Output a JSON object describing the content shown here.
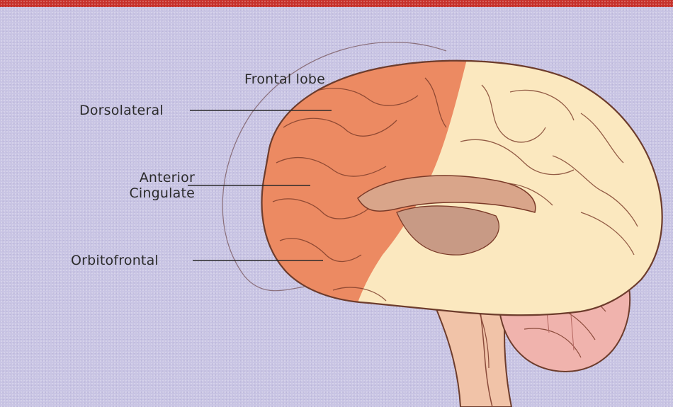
{
  "colors": {
    "background": "#c9c5e4",
    "top_band": "#c8312a",
    "frontal_lobe": "#ec8a62",
    "brain": "#fbe8bf",
    "brainstem": "#f1c3a8",
    "cerebellum": "#f0b3ad",
    "label_text": "#2b2b2b"
  },
  "labels": {
    "frontal_lobe": "Frontal lobe",
    "dorsolateral": "Dorsolateral",
    "anterior_line1": "Anterior",
    "anterior_line2": "Cingulate",
    "orbitofrontal": "Orbitofrontal"
  }
}
